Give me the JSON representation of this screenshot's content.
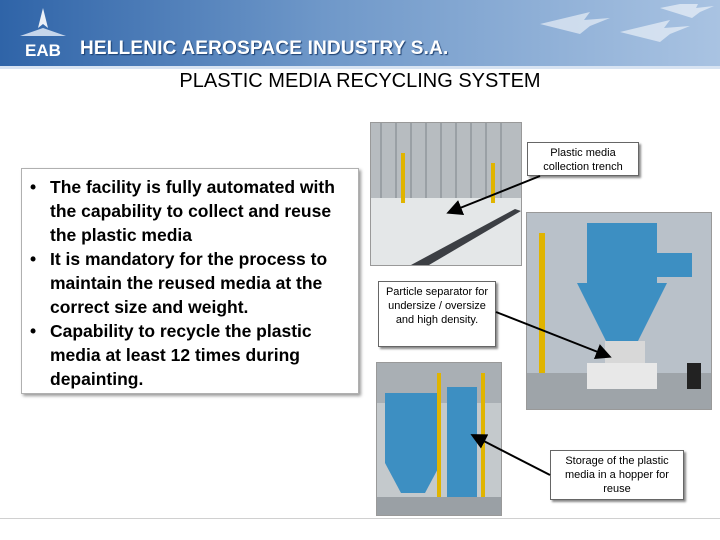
{
  "header": {
    "company": "HELLENIC AEROSPACE INDUSTRY S.A.",
    "logo_text": "EAB",
    "brand_color": "#2f64a8"
  },
  "title": "PLASTIC MEDIA RECYCLING SYSTEM",
  "bullets": [
    "The facility is fully automated with the capability to collect and reuse the plastic media",
    "It is mandatory for the process to maintain the reused media at the correct size and weight.",
    "Capability to recycle the plastic media at least 12 times during depainting."
  ],
  "callouts": {
    "collection": "Plastic media collection trench",
    "separator": "Particle separator for undersize / oversize and high density.",
    "storage": "Storage of the plastic media in a hopper for reuse"
  },
  "photos": {
    "trench": "photo of plastic media collection trench in hangar floor",
    "hopper": "photo of blue hopper silo with particle separator",
    "dust_collector": "photo of blue dust collector unit"
  }
}
